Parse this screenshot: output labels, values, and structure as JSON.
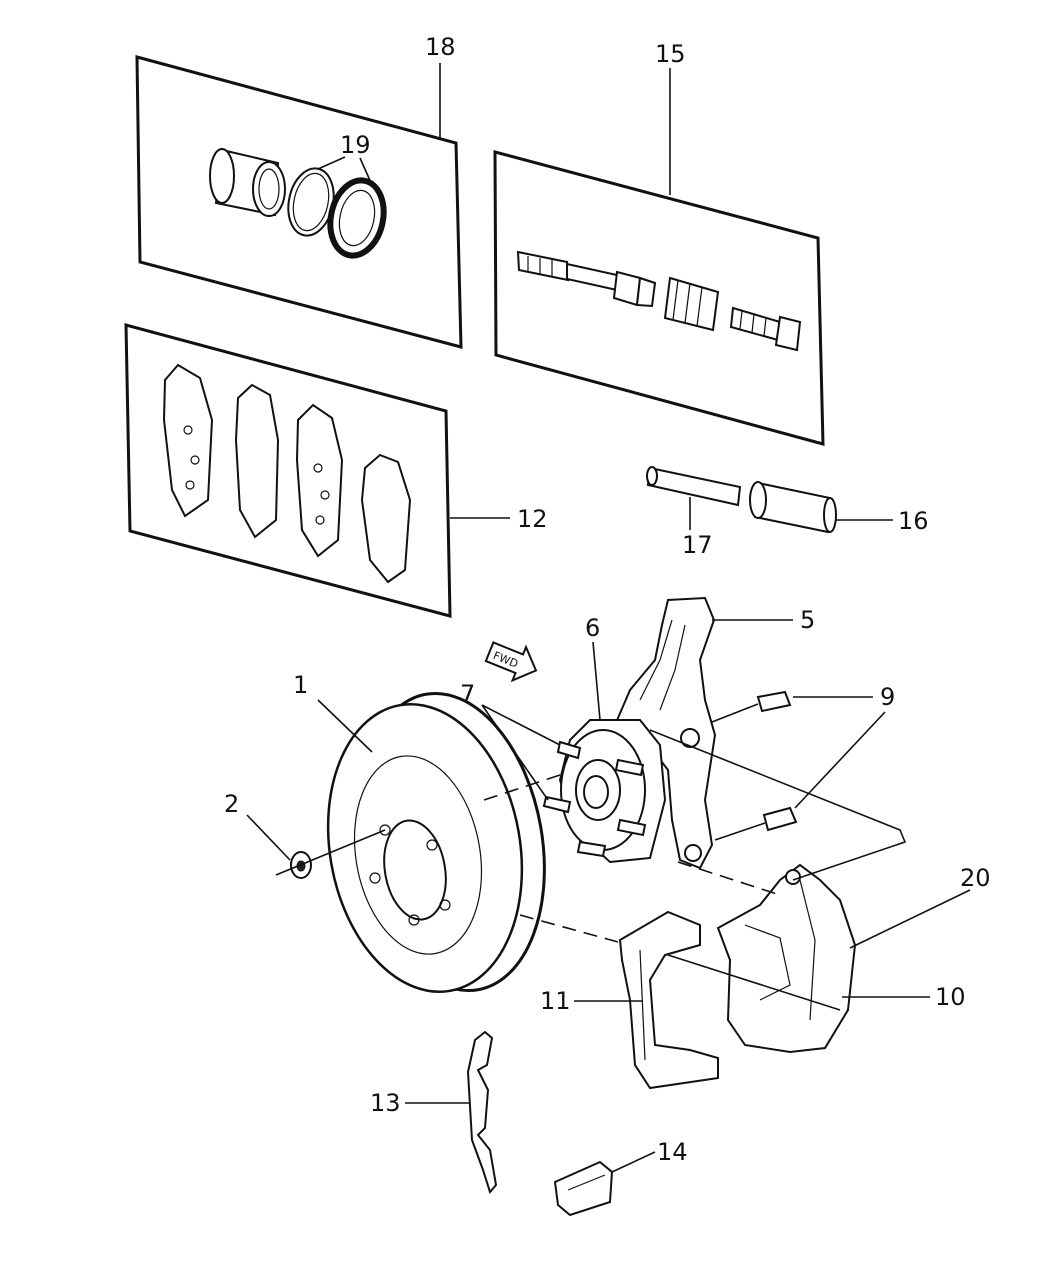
{
  "callouts": {
    "c1": "1",
    "c2": "2",
    "c5": "5",
    "c6": "6",
    "c7": "7",
    "c9": "9",
    "c10": "10",
    "c11": "11",
    "c12": "12",
    "c13": "13",
    "c14": "14",
    "c15": "15",
    "c16": "16",
    "c17": "17",
    "c18": "18",
    "c19": "19",
    "c20": "20"
  },
  "arrow": {
    "label": "FWD"
  }
}
